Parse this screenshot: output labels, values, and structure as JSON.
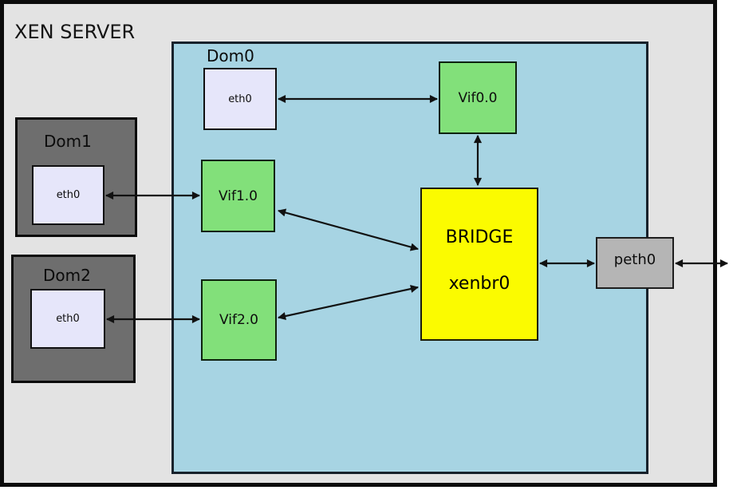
{
  "diagram": {
    "title": "XEN SERVER",
    "nodes": {
      "dom0": {
        "label": "Dom0",
        "eth": "eth0"
      },
      "dom1": {
        "label": "Dom1",
        "eth": "eth0"
      },
      "dom2": {
        "label": "Dom2",
        "eth": "eth0"
      },
      "vif0": {
        "label": "Vif0.0"
      },
      "vif1": {
        "label": "Vif1.0"
      },
      "vif2": {
        "label": "Vif2.0"
      },
      "bridge": {
        "name": "BRIDGE",
        "device": "xenbr0"
      },
      "peth": {
        "label": "peth0"
      }
    },
    "colors": {
      "server_background": "#e3e3e3",
      "dom0_area": "#a7d4e3",
      "guest_domain": "#6e6e6e",
      "eth_interface": "#e6e6fa",
      "vif_interface": "#82e07a",
      "bridge": "#fbfb00",
      "peth": "#b5b5b5",
      "line": "#111111"
    },
    "edges": [
      {
        "from": "dom0-eth0",
        "to": "vif0.0",
        "bidirectional": true
      },
      {
        "from": "vif0.0",
        "to": "bridge-xenbr0",
        "bidirectional": true
      },
      {
        "from": "dom1-eth0",
        "to": "vif1.0",
        "bidirectional": true
      },
      {
        "from": "vif1.0",
        "to": "bridge-xenbr0",
        "bidirectional": true
      },
      {
        "from": "dom2-eth0",
        "to": "vif2.0",
        "bidirectional": true
      },
      {
        "from": "vif2.0",
        "to": "bridge-xenbr0",
        "bidirectional": true
      },
      {
        "from": "bridge-xenbr0",
        "to": "peth0",
        "bidirectional": true
      },
      {
        "from": "peth0",
        "to": "external-network",
        "bidirectional": true
      }
    ]
  }
}
